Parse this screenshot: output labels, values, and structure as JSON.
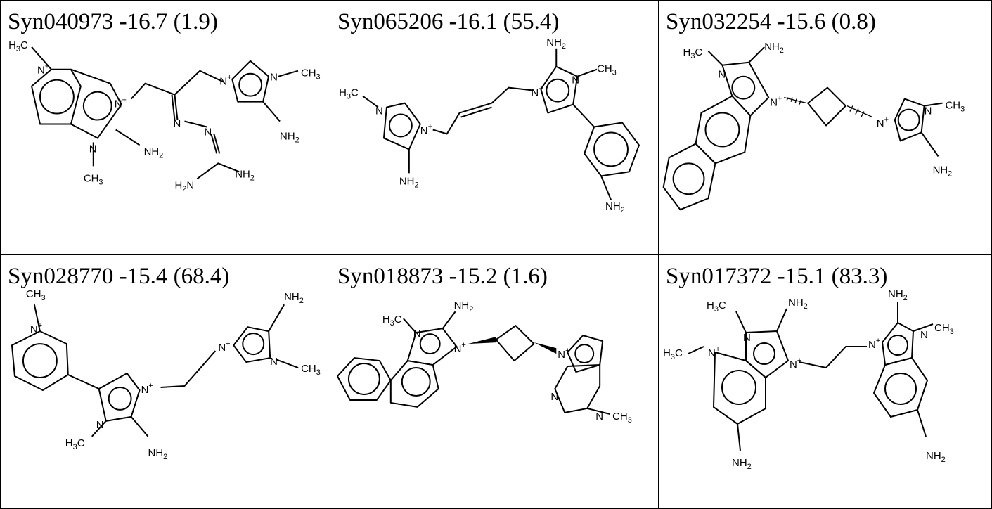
{
  "molecules": [
    {
      "id": "Syn040973",
      "score": "-16.7",
      "note": "(1.9)"
    },
    {
      "id": "Syn065206",
      "score": "-16.1",
      "note": "(55.4)"
    },
    {
      "id": "Syn032254",
      "score": "-15.6",
      "note": "(0.8)"
    },
    {
      "id": "Syn028770",
      "score": "-15.4",
      "note": "(68.4)"
    },
    {
      "id": "Syn018873",
      "score": "-15.2",
      "note": "(1.6)"
    },
    {
      "id": "Syn017372",
      "score": "-15.1",
      "note": "(83.3)"
    }
  ]
}
